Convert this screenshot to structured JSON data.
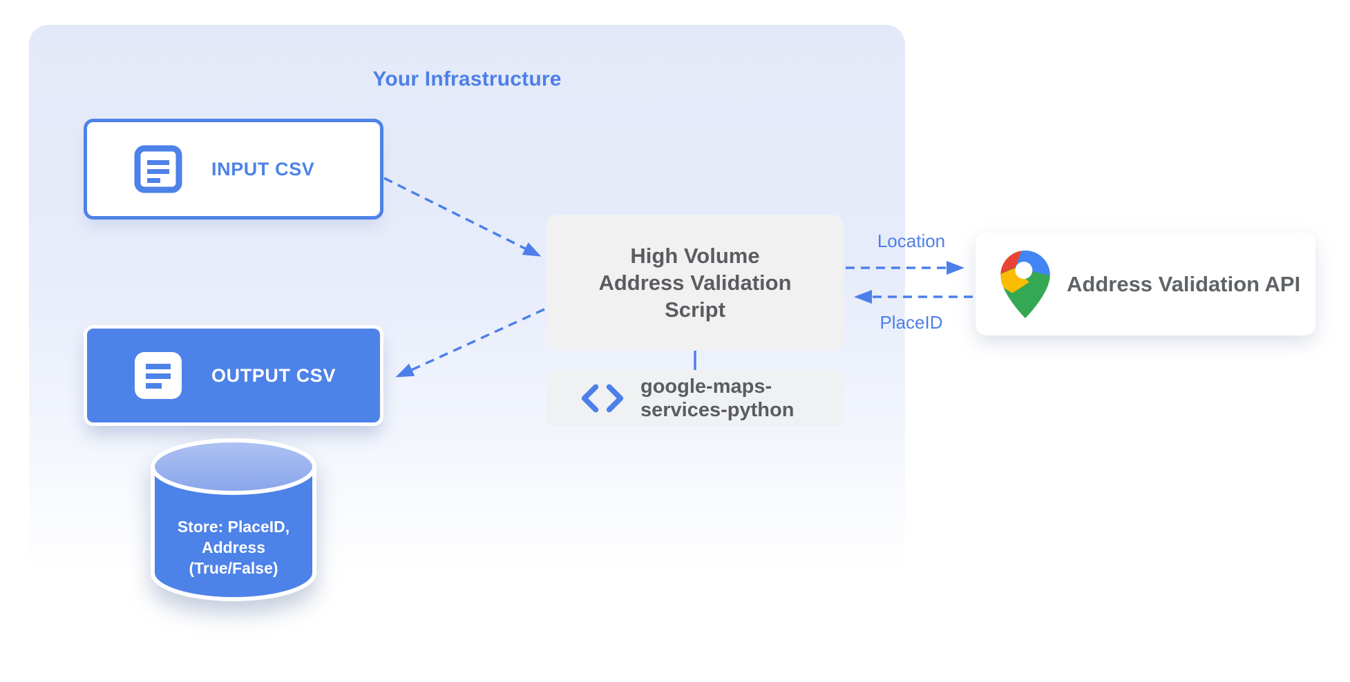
{
  "colors": {
    "accent-blue": "#4C7FE9",
    "box-blue": "#4D82E8",
    "panel-top": "#E3E9F8",
    "gray-box": "#F1F1F2",
    "text-gray": "#5A5C60",
    "cylinder-top-light": "#AEC2F3",
    "cylinder-top-dark": "#89A5EA",
    "pin-blue": "#4285F4",
    "pin-red": "#EA4335",
    "pin-yellow": "#FBBC04",
    "pin-green": "#34A853"
  },
  "panel": {
    "title": "Your Infrastructure"
  },
  "nodes": {
    "input_csv": {
      "label": "INPUT CSV",
      "icon": "document-icon"
    },
    "output_csv": {
      "label": "OUTPUT CSV",
      "icon": "document-icon"
    },
    "datastore": {
      "line1": "Store: PlaceID,",
      "line2": "Address",
      "line3": "(True/False)"
    },
    "script": {
      "line1": "High Volume",
      "line2": "Address Validation",
      "line3": "Script"
    },
    "library": {
      "line1": "google-maps-",
      "line2": "services-python",
      "icon": "code-icon"
    },
    "api": {
      "label": "Address Validation API",
      "icon": "google-maps-pin-icon"
    }
  },
  "edges": {
    "location_label": "Location",
    "placeid_label": "PlaceID"
  }
}
